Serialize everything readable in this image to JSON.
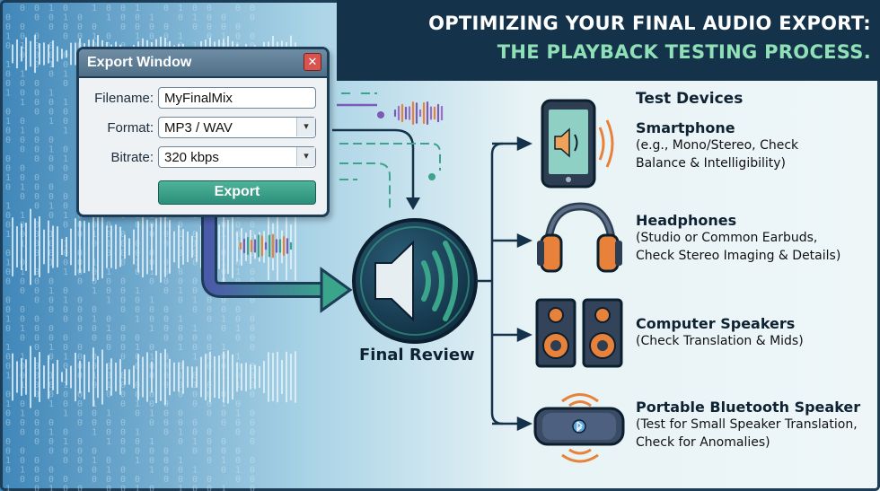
{
  "title": {
    "line1": "OPTIMIZING YOUR FINAL AUDIO EXPORT:",
    "line2": "THE PLAYBACK TESTING PROCESS."
  },
  "export_window": {
    "title": "Export Window",
    "close_glyph": "✕",
    "filename_label": "Filename:",
    "filename_value": "MyFinalMix",
    "format_label": "Format:",
    "format_value": "MP3 / WAV",
    "bitrate_label": "Bitrate:",
    "bitrate_value": "320 kbps",
    "export_button": "Export"
  },
  "final_review": {
    "label": "Final Review"
  },
  "test_devices": {
    "heading": "Test Devices",
    "items": [
      {
        "name": "Smartphone",
        "desc1": "(e.g., Mono/Stereo, Check",
        "desc2": "Balance & Intelligibility)",
        "icon": "smartphone-icon"
      },
      {
        "name": "Headphones",
        "desc1": "(Studio or Common Earbuds,",
        "desc2": "Check Stereo Imaging & Details)",
        "icon": "headphones-icon"
      },
      {
        "name": "Computer Speakers",
        "desc1": "(Check Translation & Mids)",
        "desc2": "",
        "icon": "computer-speakers-icon"
      },
      {
        "name": "Portable Bluetooth Speaker",
        "desc1": "(Test for Small Speaker Translation,",
        "desc2": "Check for Anomalies)",
        "icon": "bluetooth-speaker-icon"
      }
    ]
  },
  "colors": {
    "navy": "#14324a",
    "teal": "#3aa58a",
    "accent_orange": "#e8823a",
    "accent_purple": "#7b5bb5"
  }
}
